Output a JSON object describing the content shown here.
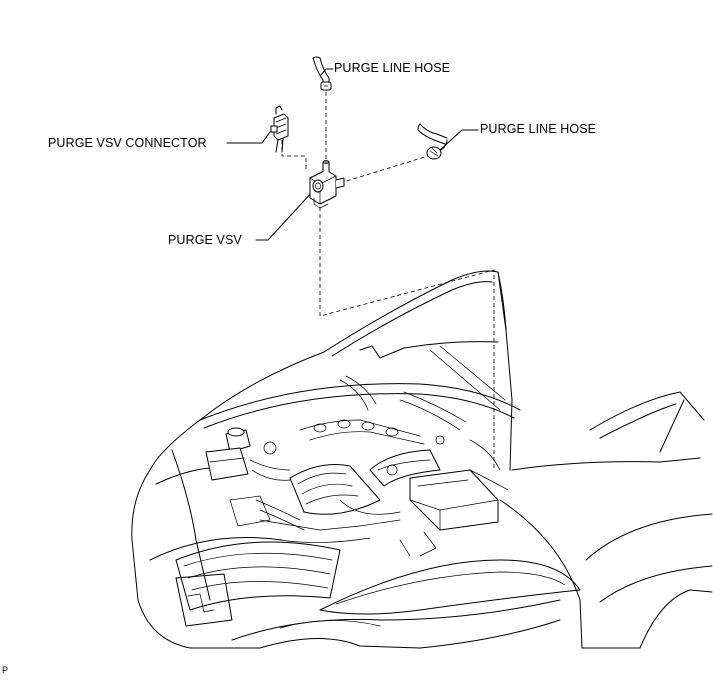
{
  "labels": {
    "purge_line_hose_top": "PURGE LINE HOSE",
    "purge_line_hose_right": "PURGE LINE HOSE",
    "purge_vsv_connector": "PURGE VSV CONNECTOR",
    "purge_vsv": "PURGE VSV"
  },
  "figure_code": "P",
  "colors": {
    "line": "#000000",
    "background": "#ffffff"
  }
}
